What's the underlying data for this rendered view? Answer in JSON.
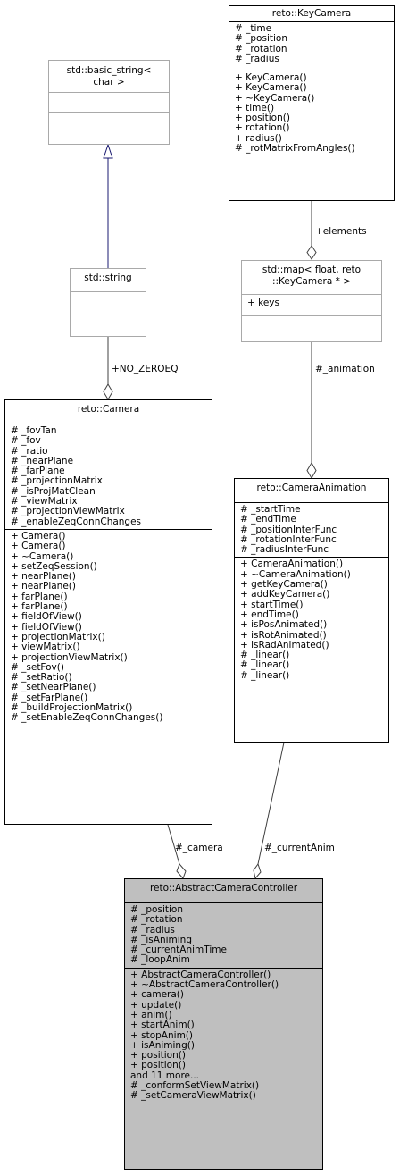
{
  "classes": {
    "key_camera": {
      "name": "reto::KeyCamera",
      "attributes": [
        "# _time",
        "# _position",
        "# _rotation",
        "# _radius"
      ],
      "methods": [
        "+ KeyCamera()",
        "+ KeyCamera()",
        "+ ~KeyCamera()",
        "+ time()",
        "+ position()",
        "+ rotation()",
        "+ radius()",
        "# _rotMatrixFromAngles()"
      ]
    },
    "basic_string": {
      "name_line1": "std::basic_string<",
      "name_line2": "char >"
    },
    "std_string": {
      "name": "std::string"
    },
    "std_map": {
      "name_line1": "std::map< float, reto",
      "name_line2": "::KeyCamera * >",
      "attributes": [
        "+ keys"
      ]
    },
    "camera": {
      "name": "reto::Camera",
      "attributes": [
        "# _fovTan",
        "# _fov",
        "# _ratio",
        "# _nearPlane",
        "# _farPlane",
        "# _projectionMatrix",
        "# _isProjMatClean",
        "# _viewMatrix",
        "# _projectionViewMatrix",
        "# _enableZeqConnChanges"
      ],
      "methods": [
        "+ Camera()",
        "+ Camera()",
        "+ ~Camera()",
        "+ setZeqSession()",
        "+ nearPlane()",
        "+ nearPlane()",
        "+ farPlane()",
        "+ farPlane()",
        "+ fieldOfView()",
        "+ fieldOfView()",
        "+ projectionMatrix()",
        "+ viewMatrix()",
        "+ projectionViewMatrix()",
        "# _setFov()",
        "# _setRatio()",
        "# _setNearPlane()",
        "# _setFarPlane()",
        "# _buildProjectionMatrix()",
        "# _setEnableZeqConnChanges()"
      ]
    },
    "camera_animation": {
      "name": "reto::CameraAnimation",
      "attributes": [
        "# _startTime",
        "# _endTime",
        "# _positionInterFunc",
        "# _rotationInterFunc",
        "# _radiusInterFunc"
      ],
      "methods": [
        "+ CameraAnimation()",
        "+ ~CameraAnimation()",
        "+ getKeyCamera()",
        "+ addKeyCamera()",
        "+ startTime()",
        "+ endTime()",
        "+ isPosAnimated()",
        "+ isRotAnimated()",
        "+ isRadAnimated()",
        "# _linear()",
        "# _linear()",
        "# _linear()"
      ]
    },
    "abstract_controller": {
      "name": "reto::AbstractCameraController",
      "attributes": [
        "# _position",
        "# _rotation",
        "# _radius",
        "# _isAniming",
        "# _currentAnimTime",
        "# _loopAnim"
      ],
      "methods": [
        "+ AbstractCameraController()",
        "+ ~AbstractCameraController()",
        "+ camera()",
        "+ update()",
        "+ anim()",
        "+ startAnim()",
        "+ stopAnim()",
        "+ isAniming()",
        "+ position()",
        "+ position()",
        "and 11 more...",
        "# _conformSetViewMatrix()",
        "# _setCameraViewMatrix()"
      ]
    }
  },
  "edges": {
    "elements": "+elements",
    "no_zeroeq": "+NO_ZEROEQ",
    "animation": "#_animation",
    "camera": "#_camera",
    "current_anim": "#_currentAnim"
  },
  "colors": {
    "inheritance": "#191970",
    "composition": "#404040",
    "highlight_fill": "#bfbfbf"
  }
}
